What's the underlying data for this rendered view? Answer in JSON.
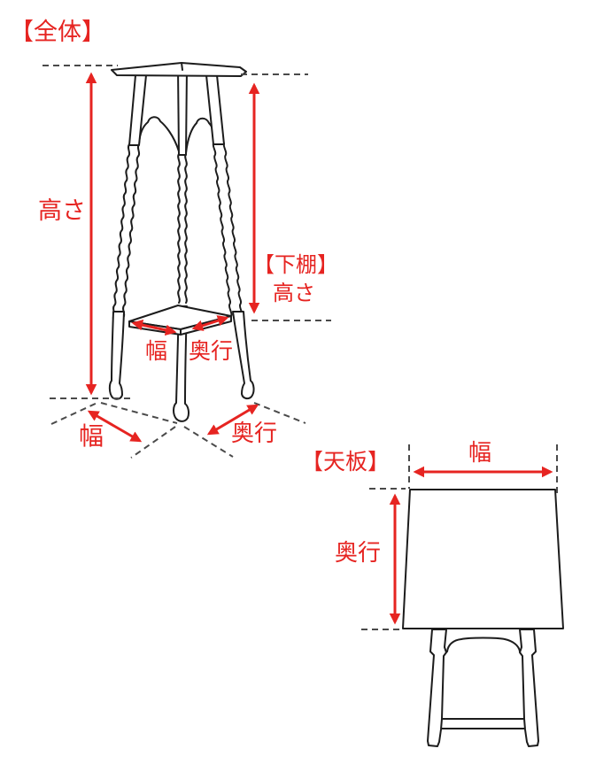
{
  "colors": {
    "accent_red": "#e62421",
    "line_black": "#1c1c1c",
    "dash_gray": "#4a4a4a",
    "background": "#ffffff"
  },
  "overall": {
    "title": "【全体】",
    "height_label": "高さ",
    "lower_shelf": {
      "title": "【下棚】",
      "height_label": "高さ",
      "width_label": "幅",
      "depth_label": "奥行"
    },
    "base": {
      "width_label": "幅",
      "depth_label": "奥行"
    }
  },
  "top_board": {
    "title": "【天板】",
    "width_label": "幅",
    "depth_label": "奥行"
  }
}
